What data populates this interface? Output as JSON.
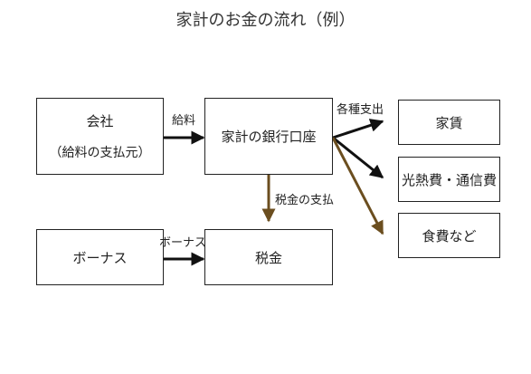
{
  "title": "家計のお金の流れ（例）",
  "nodes": {
    "company": {
      "label": "会社",
      "sub": "（給料の支払元）"
    },
    "bank": {
      "label": "家計の銀行口座"
    },
    "rent": {
      "label": "家賃"
    },
    "utilities": {
      "label": "光熱費・通信費"
    },
    "food": {
      "label": "食費など"
    },
    "bonus": {
      "label": "ボーナス"
    },
    "tax": {
      "label": "税金"
    }
  },
  "edges": {
    "salary": "給料",
    "expenses": "各種支出",
    "tax_payment": "税金の支払",
    "bonus": "ボーナス"
  },
  "colors": {
    "arrow_dark": "#111111",
    "arrow_brown": "#6b4e1f"
  }
}
